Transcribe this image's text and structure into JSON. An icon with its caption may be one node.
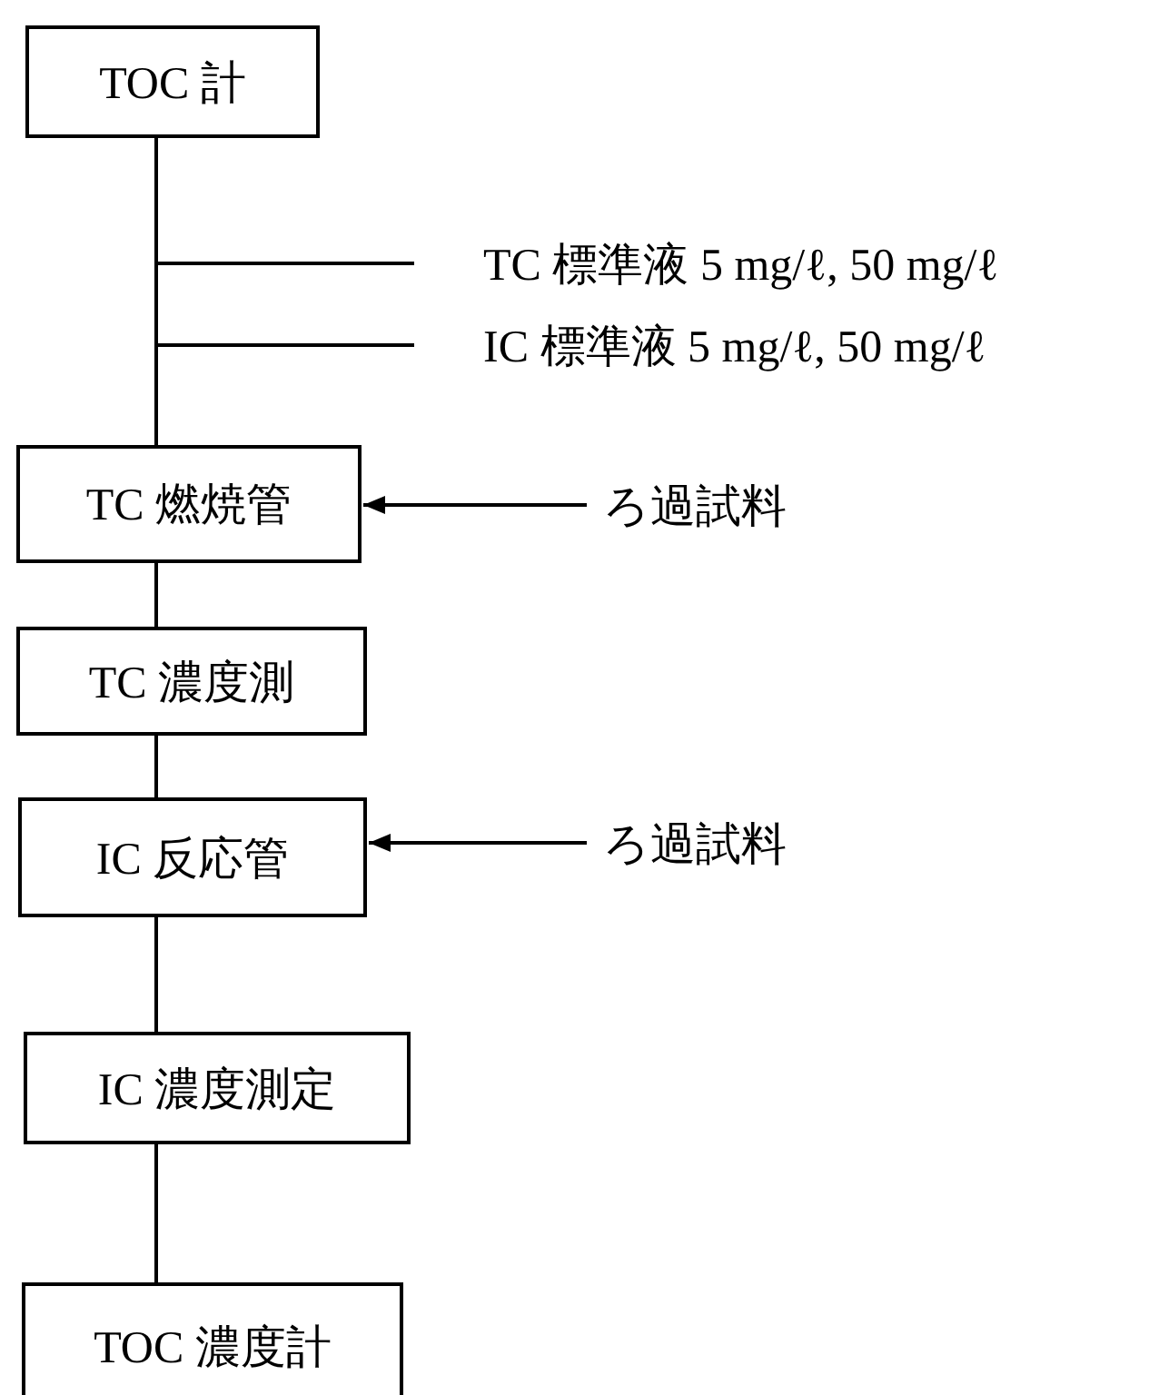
{
  "diagram": {
    "nodes": [
      {
        "text": [
          "TOC 計"
        ]
      },
      {
        "text": [
          "TC 標準液 5 mg/ℓ, 50 mg/ℓ"
        ]
      },
      {
        "text": [
          "IC 標準液 5 mg/ℓ, 50 mg/ℓ"
        ]
      },
      {
        "text": [
          "TC 燃焼管"
        ]
      },
      {
        "text": [
          "ろ過試料"
        ]
      },
      {
        "text": [
          "TC 濃度測"
        ]
      },
      {
        "text": [
          "IC 反応管"
        ]
      },
      {
        "text": [
          "ろ過試料"
        ]
      },
      {
        "text": [
          "IC 濃度測定"
        ]
      },
      {
        "text": [
          "TOC 濃度計"
        ]
      }
    ],
    "edges": [
      {
        "from": 0,
        "to": 3,
        "arrow": "none"
      },
      {
        "from": 1,
        "to": 3,
        "arrow": "none"
      },
      {
        "from": 2,
        "to": 3,
        "arrow": "none"
      },
      {
        "from": 4,
        "to": 3,
        "arrow": "to"
      },
      {
        "from": 3,
        "to": 5,
        "arrow": "none"
      },
      {
        "from": 5,
        "to": 6,
        "arrow": "none"
      },
      {
        "from": 7,
        "to": 6,
        "arrow": "to"
      },
      {
        "from": 6,
        "to": 8,
        "arrow": "none"
      },
      {
        "from": 8,
        "to": 9,
        "arrow": "none"
      }
    ]
  }
}
